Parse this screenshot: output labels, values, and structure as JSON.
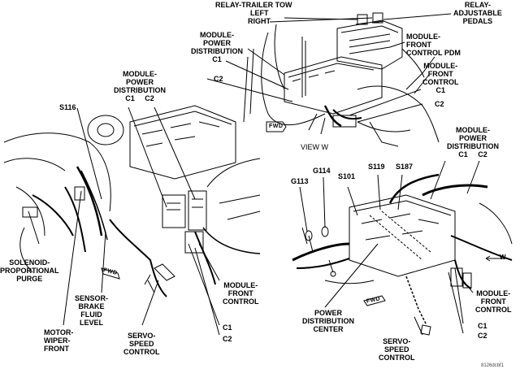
{
  "labels": {
    "relay_trailer_tow": "RELAY-TRAILER TOW",
    "left": "LEFT",
    "right": "RIGHT",
    "relay_adjustable_pedals": "RELAY-\nADJUSTABLE\nPEDALS",
    "module_power_distribution_top": "MODULE-\nPOWER\nDISTRIBUTION\nC1",
    "c2_top_left": "C2",
    "module_front_control_pdm": "MODULE-\nFRONT\nCONTROL PDM",
    "module_front_control_top": "MODULE-\nFRONT\nCONTROL\nC1",
    "c2_top_right": "C2",
    "view_w_caption": "VIEW W",
    "module_power_distribution_left": "MODULE-\nPOWER\nDISTRIBUTION\nC1     C2",
    "s116": "S116",
    "solenoid": "SOLENOID-\nPROPORTIONAL\nPURGE",
    "motor_wiper": "MOTOR-\nWIPER-\nFRONT",
    "sensor_brake": "SENSOR-\nBRAKE\nFLUID\nLEVEL",
    "servo_speed_left": "SERVO-\nSPEED\nCONTROL",
    "module_front_control_left": "MODULE-\nFRONT\nCONTROL",
    "c1_left": "C1",
    "c2_left": "C2",
    "module_power_distribution_right": "MODULE-\nPOWER\nDISTRIBUTION\nC1     C2",
    "g113": "G113",
    "g114": "G114",
    "s101": "S101",
    "s119": "S119",
    "s187": "S187",
    "power_distribution_center": "POWER\nDISTRIBUTION\nCENTER",
    "module_front_control_right": "MODULE-\nFRONT\nCONTROL",
    "c1_right": "C1",
    "c2_right": "C2",
    "servo_speed_right": "SERVO-\nSPEED\nCONTROL",
    "w_arrow": "W",
    "fwd_flag": "FWD",
    "image_id": "8126dcbf1"
  },
  "colors": {
    "ink": "#000000",
    "paper": "#ffffff"
  }
}
